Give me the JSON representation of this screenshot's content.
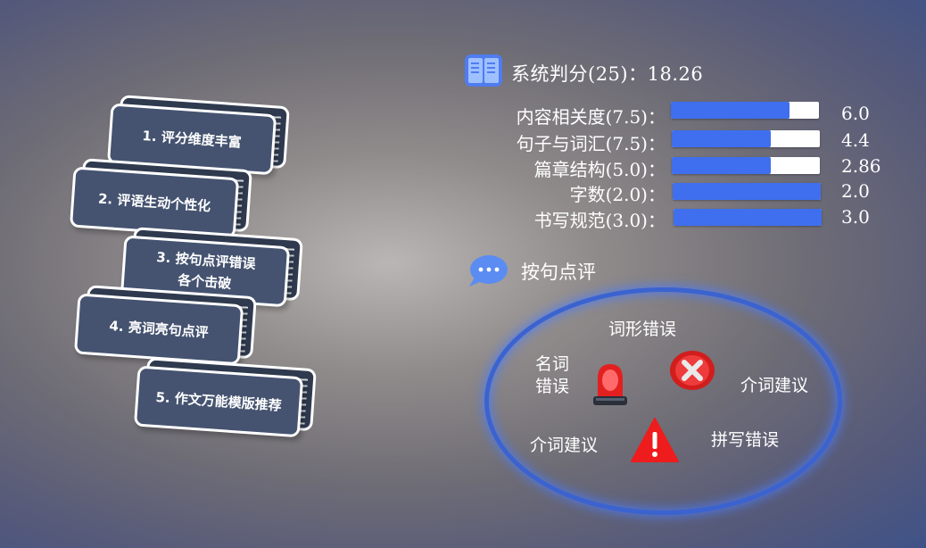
{
  "features": [
    {
      "line1": "1. 评分维度丰富",
      "line2": ""
    },
    {
      "line1": "2. 评语生动个性化",
      "line2": ""
    },
    {
      "line1": "3. 按句点评错误",
      "line2": "各个击破"
    },
    {
      "line1": "4. 亮词亮句点评",
      "line2": ""
    },
    {
      "line1": "5. 作文万能模版推荐",
      "line2": ""
    }
  ],
  "score": {
    "title": "系统判分(25)：18.26",
    "icon": "book-icon",
    "metrics": [
      {
        "label": "内容相关度(7.5)：",
        "value": "6.0",
        "fraction": 0.8
      },
      {
        "label": "句子与词汇(7.5)：",
        "value": "4.4",
        "fraction": 0.67
      },
      {
        "label": "篇章结构(5.0)：",
        "value": "2.86",
        "fraction": 0.67
      },
      {
        "label": "字数(2.0)：",
        "value": "2.0",
        "fraction": 1.0
      },
      {
        "label": "书写规范(3.0)：",
        "value": "3.0",
        "fraction": 1.0
      }
    ],
    "bar_color": "#3f6fee"
  },
  "comment": {
    "title": "按句点评",
    "icon": "chat-bubble-icon",
    "labels": {
      "word_form": "词形错误",
      "noun_error_1": "名词",
      "noun_error_2": "错误",
      "preposition_right": "介词建议",
      "preposition_left": "介词建议",
      "spelling": "拼写错误"
    },
    "icons": [
      "siren-icon",
      "error-x-icon",
      "warning-triangle-icon"
    ],
    "ring_color": "#3b63d0"
  }
}
